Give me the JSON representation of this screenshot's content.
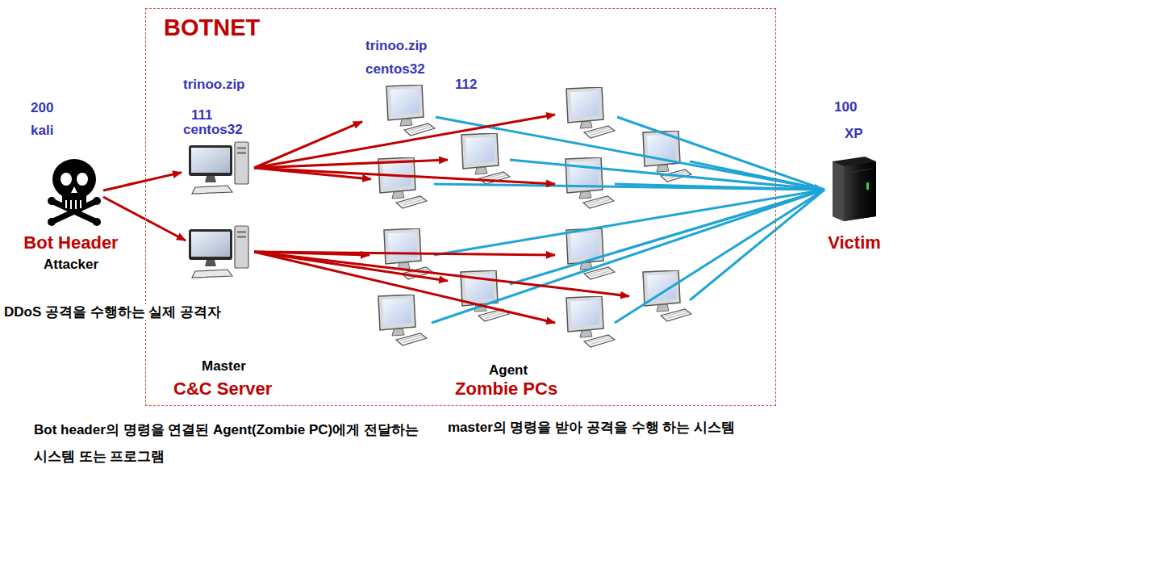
{
  "diagram": {
    "nodes": [
      {
        "text": [
          "200",
          "kali",
          "Bot Header",
          "Attacker"
        ]
      },
      {
        "text": [
          "BOTNET"
        ]
      },
      {
        "text": [
          "trinoo.zip",
          "111",
          "centos32"
        ],
        "in": 1
      },
      {
        "text": [
          "trinoo.zip",
          "centos32",
          "112"
        ],
        "in": 1
      },
      {
        "text": [
          "100",
          "XP",
          "Victim"
        ]
      }
    ],
    "edges": [
      {
        "from": 0,
        "to": 2,
        "arrow": "to"
      },
      {
        "from": 2,
        "to": 3,
        "arrow": "to"
      },
      {
        "from": 3,
        "to": 4,
        "arrow": "to"
      }
    ],
    "labels": [
      "DDoS 공격을 수행하는 실제 공격자",
      "Master",
      "C&C Server",
      "Bot header의 명령을 연결된 Agent(Zombie PC)에게 전달하는 시스템 또는 프로그램",
      "Agent",
      "Zombie PCs",
      "master의 명령을 받아 공격을 수행 하는 시스템"
    ]
  }
}
